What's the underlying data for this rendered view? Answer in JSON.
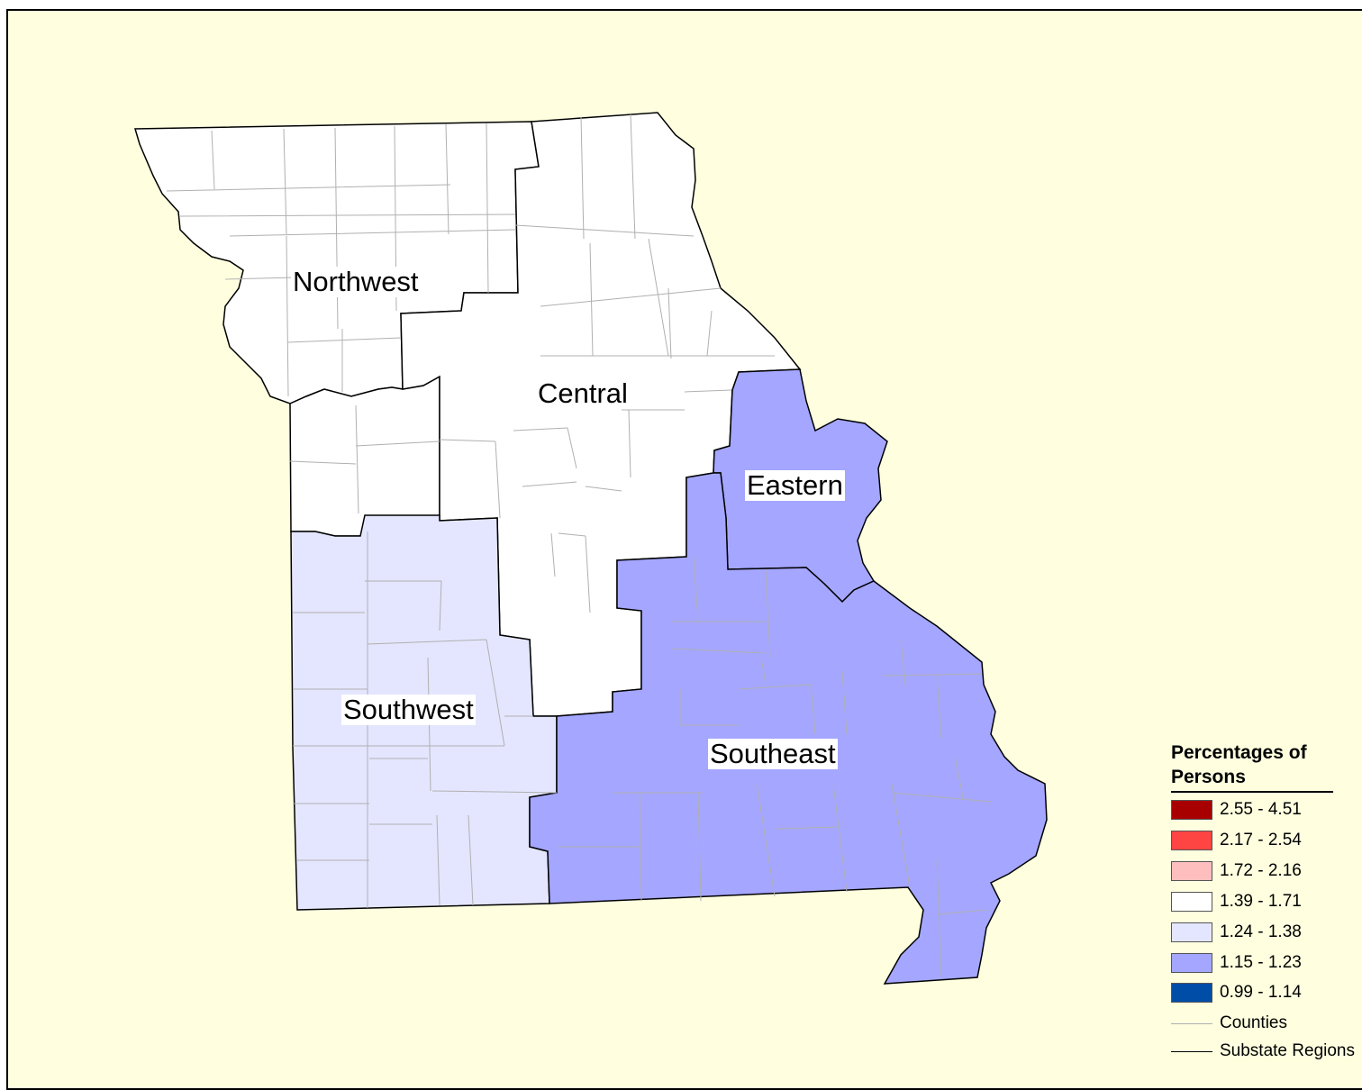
{
  "colors": {
    "background": "#ffffe0",
    "range_1": "#a80000",
    "range_2": "#ff4444",
    "range_3": "#ffbebe",
    "range_4": "#ffffff",
    "range_5": "#e4e6ff",
    "range_6": "#a4a6ff",
    "range_7": "#004da8",
    "county_line": "#b0b0b0",
    "region_line": "#000000"
  },
  "regions": [
    {
      "name": "Northwest",
      "range": "1.39 - 1.71"
    },
    {
      "name": "Central",
      "range": "1.39 - 1.71"
    },
    {
      "name": "Eastern",
      "range": "1.15 - 1.23"
    },
    {
      "name": "Southwest",
      "range": "1.24 - 1.38"
    },
    {
      "name": "Southeast",
      "range": "1.15 - 1.23"
    }
  ],
  "legend": {
    "title": "Percentages of Persons",
    "ranges": [
      {
        "label": "2.55 - 4.51",
        "color": "#a80000"
      },
      {
        "label": "2.17 - 2.54",
        "color": "#ff4444"
      },
      {
        "label": "1.72 - 2.16",
        "color": "#ffbebe"
      },
      {
        "label": "1.39 - 1.71",
        "color": "#ffffff"
      },
      {
        "label": "1.24 - 1.38",
        "color": "#e4e6ff"
      },
      {
        "label": "1.15 - 1.23",
        "color": "#a4a6ff"
      },
      {
        "label": "0.99 - 1.14",
        "color": "#004da8"
      }
    ],
    "lines": [
      {
        "label": "Counties",
        "color": "#b0b0b0"
      },
      {
        "label": "Substate Regions",
        "color": "#000000"
      }
    ]
  }
}
